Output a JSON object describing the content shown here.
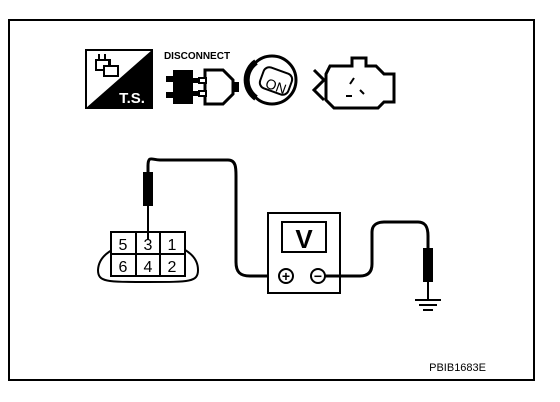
{
  "header_icons": {
    "ts_label": "T.S.",
    "disconnect_label": "DISCONNECT",
    "ignition_label": "ON"
  },
  "connector": {
    "pins_top": [
      "5",
      "3",
      "1"
    ],
    "pins_bottom": [
      "6",
      "4",
      "2"
    ]
  },
  "voltmeter": {
    "display": "V",
    "plus_symbol": "+",
    "minus_symbol": "−"
  },
  "ground_symbol_icon": "ground-icon",
  "figure_id": "PBIB1683E",
  "colors": {
    "line": "#000000",
    "background": "#ffffff"
  }
}
